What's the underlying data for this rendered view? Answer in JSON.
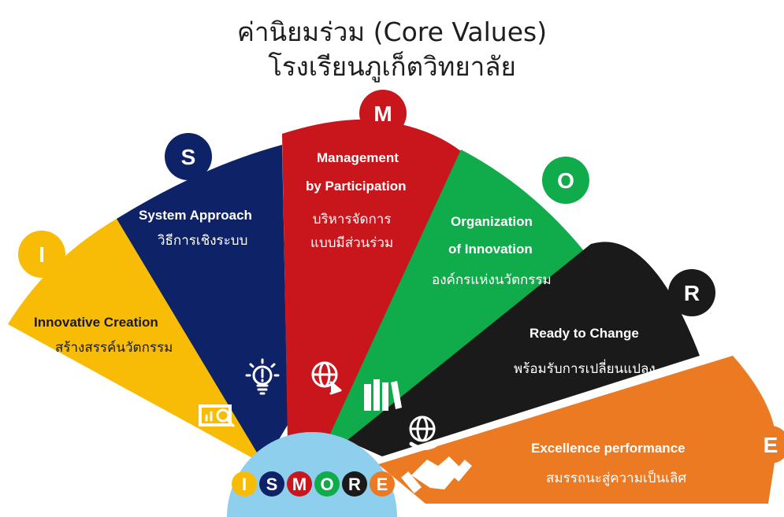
{
  "title": {
    "line1": "ค่านิยมร่วม (Core Values)",
    "line2": "โรงเรียนภูเก็ตวิทยาลัย"
  },
  "values": [
    {
      "letter": "I",
      "en_lines": [
        "Innovative Creation"
      ],
      "th": "สร้างสรรค์นวัตกรรม",
      "color": "#f9bc06",
      "icon": "presentation-chart-icon"
    },
    {
      "letter": "S",
      "en_lines": [
        "System Approach"
      ],
      "th": "วิธีการเชิงระบบ",
      "color": "#0e2267",
      "icon": "lightbulb-icon"
    },
    {
      "letter": "M",
      "en_lines": [
        "Management",
        "by Participation"
      ],
      "th": "บริหารจัดการ\nแบบมีส่วนร่วม",
      "color": "#c8161c",
      "icon": "globe-arrow-icon"
    },
    {
      "letter": "O",
      "en_lines": [
        "Organization",
        "of Innovation"
      ],
      "th": "องค์กรแห่งนวัตกรรม",
      "color": "#10ab4a",
      "icon": "books-icon"
    },
    {
      "letter": "R",
      "en_lines": [
        "Ready to Change"
      ],
      "th": "พร้อมรับการเปลี่ยนแปลง",
      "color": "#1a1a1a",
      "icon": "globe-hand-icon"
    },
    {
      "letter": "E",
      "en_lines": [
        "Excellence performance"
      ],
      "th": "สมรรถนะสู่ความเป็นเลิศ",
      "color": "#ec7a23",
      "icon": "handshake-icon"
    }
  ],
  "hub": {
    "letters": [
      "I",
      "S",
      "M",
      "O",
      "R",
      "E"
    ],
    "color": "#8ecfee"
  }
}
